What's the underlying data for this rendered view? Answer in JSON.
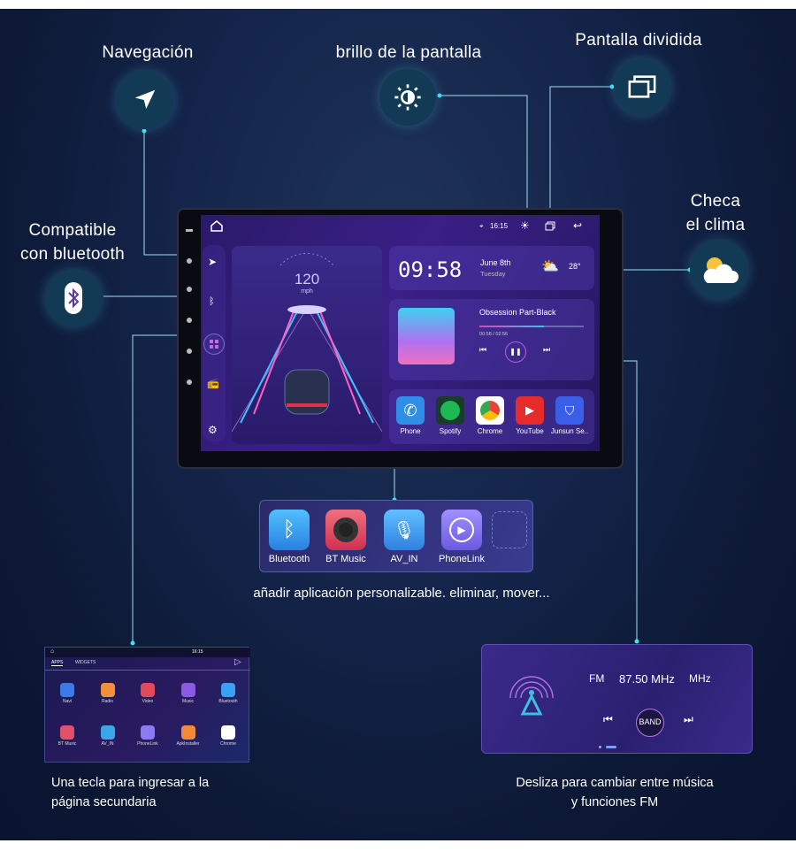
{
  "callouts": {
    "navigation": "Navegación",
    "brightness": "brillo de la pantalla",
    "split_screen": "Pantalla dividida",
    "weather": [
      "Checa",
      "el clima"
    ],
    "bluetooth": [
      "Compatible",
      "con bluetooth"
    ]
  },
  "head_unit": {
    "status_bar": {
      "time": "16:15"
    },
    "speed": {
      "value": "120",
      "unit": "mph"
    },
    "clock": {
      "time": "09:58",
      "date": "June 8th",
      "day": "Tuesday",
      "temperature": "28°"
    },
    "music": {
      "title": "Obsession Part-Black",
      "elapsed_total": "00:58 / 02:56",
      "progress": 0.62
    },
    "apps": [
      {
        "label": "Phone",
        "color": "#2f8fe6"
      },
      {
        "label": "Spotify",
        "color": "#1db954"
      },
      {
        "label": "Chrome",
        "color": "#ffffff"
      },
      {
        "label": "YouTube",
        "color": "#e62b2b"
      },
      {
        "label": "Junsun Se..",
        "color": "#3a5ee8"
      }
    ]
  },
  "dock": {
    "apps": [
      {
        "label": "Bluetooth",
        "color": "#3aa0f0"
      },
      {
        "label": "BT Music",
        "color": "#e0506a"
      },
      {
        "label": "AV_IN",
        "color": "#3aa6e8"
      },
      {
        "label": "PhoneLink",
        "color": "#8a7cf0"
      }
    ],
    "caption": "añadir aplicación personalizable. eliminar, mover..."
  },
  "secondary_page": {
    "status_time": "16:15",
    "tabs": [
      "APPS",
      "WIDGETS"
    ],
    "apps": [
      {
        "label": "Navi",
        "color": "#3a7be8"
      },
      {
        "label": "Radio",
        "color": "#f0903a"
      },
      {
        "label": "Video",
        "color": "#e04a5a"
      },
      {
        "label": "Music",
        "color": "#8a5ae0"
      },
      {
        "label": "Bluetooth",
        "color": "#3aa0f0"
      },
      {
        "label": "BT Music",
        "color": "#e0506a"
      },
      {
        "label": "AV_IN",
        "color": "#3aa6e8"
      },
      {
        "label": "PhoneLink",
        "color": "#8a7cf0"
      },
      {
        "label": "ApkInstaller",
        "color": "#f08a3a"
      },
      {
        "label": "Chrome",
        "color": "#ffffff"
      }
    ],
    "caption": [
      "Una tecla para ingresar a la",
      "página secundaria"
    ]
  },
  "radio": {
    "band": "FM",
    "frequency": "87.50 MHz",
    "unit": "MHz",
    "band_button": "BAND",
    "caption": [
      "Desliza para cambiar entre música",
      "y funciones FM"
    ]
  }
}
